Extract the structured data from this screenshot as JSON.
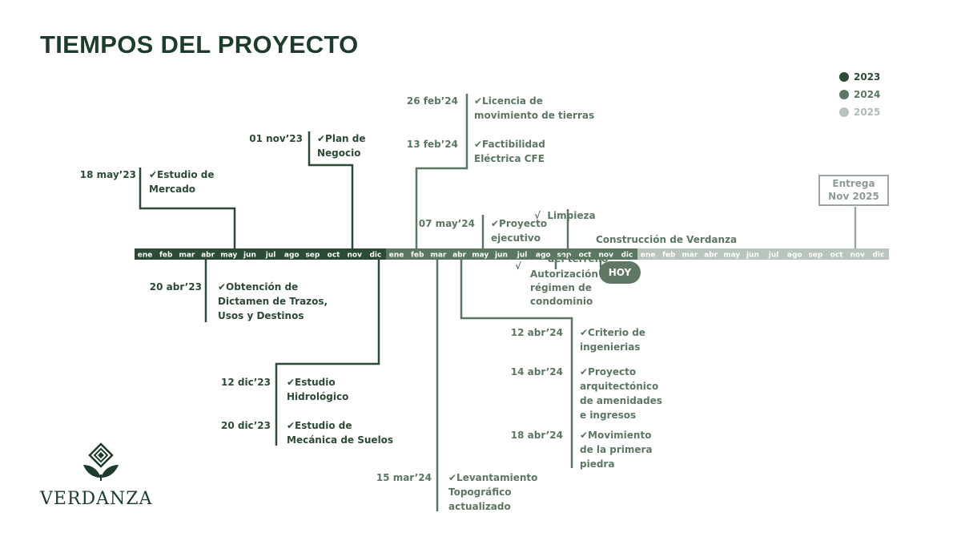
{
  "title": "TIEMPOS DEL PROYECTO",
  "legend": [
    {
      "label": "2023",
      "color": "#2c4a36"
    },
    {
      "label": "2024",
      "color": "#5b7762"
    },
    {
      "label": "2025",
      "color": "#9aa9a0"
    }
  ],
  "months": [
    "ene",
    "feb",
    "mar",
    "abr",
    "may",
    "jun",
    "jul",
    "ago",
    "sep",
    "oct",
    "nov",
    "dic"
  ],
  "years": [
    {
      "year": "2023",
      "color": "#2c4a36"
    },
    {
      "year": "2024",
      "color": "#5b7762"
    },
    {
      "year": "2025",
      "color": "#9aa9a0"
    }
  ],
  "events_above": [
    {
      "date": "18 may’23",
      "text": [
        "✔Estudio de",
        "Mercado"
      ],
      "year": "2023"
    },
    {
      "date": "01 nov’23",
      "text": [
        "✔Plan de",
        "Negocio"
      ],
      "year": "2023"
    },
    {
      "date": "26 feb’24",
      "text": [
        "✔Licencia de",
        "movimiento de tierras"
      ],
      "year": "2024"
    },
    {
      "date": "13 feb’24",
      "text": [
        "✔Factibilidad",
        "Eléctrica CFE"
      ],
      "year": "2024"
    },
    {
      "date": "07 may’24",
      "text": [
        "✔Proyecto",
        "ejecutivo"
      ],
      "year": "2024"
    },
    {
      "date": "",
      "text": [
        "√  Limpieza",
        "    del terreno"
      ],
      "year": "2024"
    }
  ],
  "events_below": [
    {
      "date": "20 abr’23",
      "text": [
        "✔Obtención de",
        "Dictamen de Trazos,",
        "Usos y Destinos"
      ],
      "year": "2023"
    },
    {
      "date": "12 dic’23",
      "text": [
        "✔Estudio",
        "Hidrológico"
      ],
      "year": "2023"
    },
    {
      "date": "20 dic’23",
      "text": [
        "✔Estudio de",
        "Mecánica de Suelos"
      ],
      "year": "2023"
    },
    {
      "date": "",
      "text": [
        "√",
        "Autorización",
        "régimen de",
        "condominio"
      ],
      "year": "2024"
    },
    {
      "date": "12 abr’24",
      "text": [
        "✔Criterio de",
        "ingenierias"
      ],
      "year": "2024"
    },
    {
      "date": "14 abr’24",
      "text": [
        "✔Proyecto",
        "arquitectónico",
        "de amenidades",
        "e ingresos"
      ],
      "year": "2024"
    },
    {
      "date": "18 abr’24",
      "text": [
        "✔Movimiento",
        "de la primera",
        "piedra"
      ],
      "year": "2024"
    },
    {
      "date": "15 mar’24",
      "text": [
        "✔Levantamiento",
        "Topográfico",
        "actualizado"
      ],
      "year": "2024"
    }
  ],
  "construccion": "Construcción de Verdanza",
  "hoy": "HOY",
  "entrega": [
    "Entrega",
    "Nov 2025"
  ],
  "logo_text": "VERDANZA",
  "colors": {
    "c2023": "#2c4a36",
    "c2024": "#5b7762",
    "c2025": "#9aa9a0",
    "title": "#1e3c2b"
  }
}
